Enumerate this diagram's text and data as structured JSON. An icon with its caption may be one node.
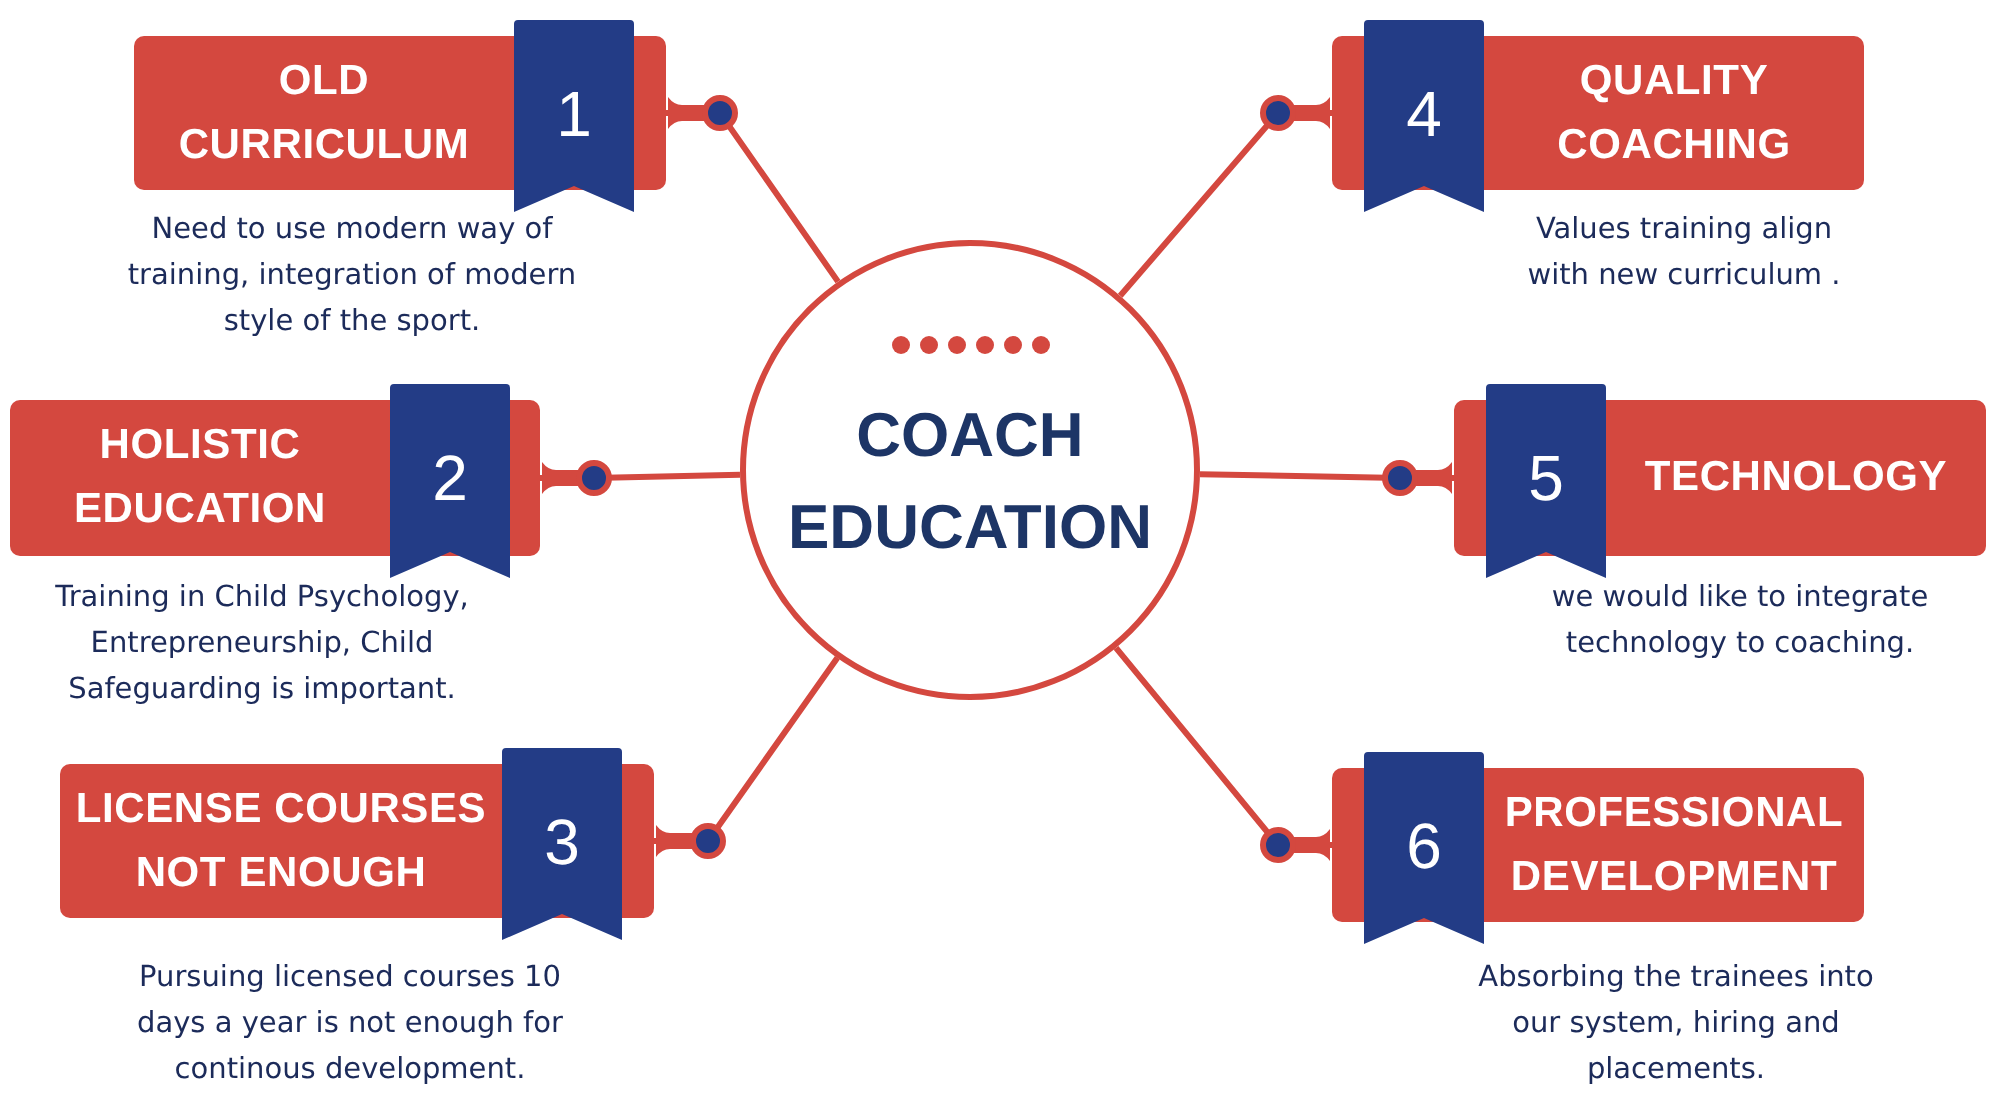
{
  "diagram": {
    "nodes": [
      {
        "text": [
          "COACH EDUCATION"
        ]
      },
      {
        "text": [
          "OLD CURRICULUM",
          "1"
        ],
        "beside": [
          "Need to use modern way of training, integration of modern style of the sport."
        ]
      },
      {
        "text": [
          "HOLISTIC EDUCATION",
          "2"
        ],
        "beside": [
          "Training in Child Psychology, Entrepreneurship, Child Safeguarding is important."
        ]
      },
      {
        "text": [
          "LICENSE COURSES NOT ENOUGH",
          "3"
        ],
        "beside": [
          "Pursuing licensed courses 10 days a year is not enough for continous development."
        ]
      },
      {
        "text": [
          "4",
          "QUALITY COACHING"
        ],
        "beside": [
          "Values training align with new curriculum ."
        ]
      },
      {
        "text": [
          "5",
          "TECHNOLOGY"
        ],
        "beside": [
          "we would like to integrate technology to coaching."
        ]
      },
      {
        "text": [
          "6",
          "PROFESSIONAL DEVELOPMENT"
        ],
        "beside": [
          "Absorbing the trainees into our system, hiring and placements."
        ]
      }
    ],
    "edges": [
      {
        "from": 0,
        "to": 1,
        "arrow": "other"
      },
      {
        "from": 0,
        "to": 2,
        "arrow": "other"
      },
      {
        "from": 0,
        "to": 3,
        "arrow": "other"
      },
      {
        "from": 0,
        "to": 4,
        "arrow": "other"
      },
      {
        "from": 0,
        "to": 5,
        "arrow": "other"
      },
      {
        "from": 0,
        "to": 6,
        "arrow": "other"
      }
    ]
  }
}
